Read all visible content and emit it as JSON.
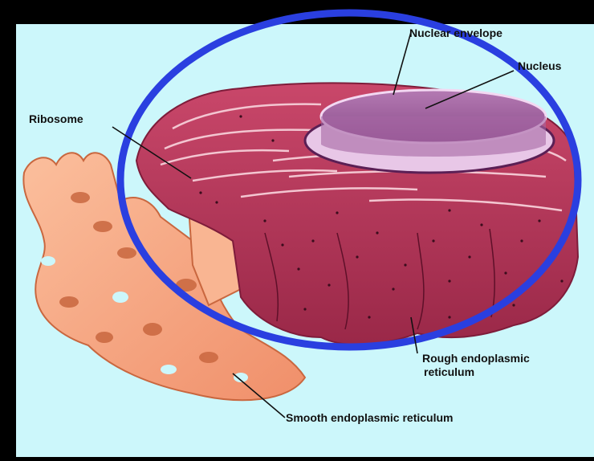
{
  "labels": {
    "nuclear_envelope": "Nuclear envelope",
    "nucleus": "Nucleus",
    "ribosome": "Ribosome",
    "rough_er_line1": "Rough endoplasmic",
    "rough_er_line2": "reticulum",
    "smooth_er": "Smooth endoplasmic reticulum"
  },
  "colors": {
    "frame": "#000000",
    "background": "#ccf7fb",
    "highlight_ring": "#2a3fe0",
    "rough_er": "#b8395a",
    "rough_er_dark": "#7e1c3a",
    "smooth_er": "#f7a884",
    "nucleus": "#9b5a9a",
    "ribosome_dot": "#3a0c1c"
  },
  "icons": {
    "highlight": "circle-annotation"
  }
}
